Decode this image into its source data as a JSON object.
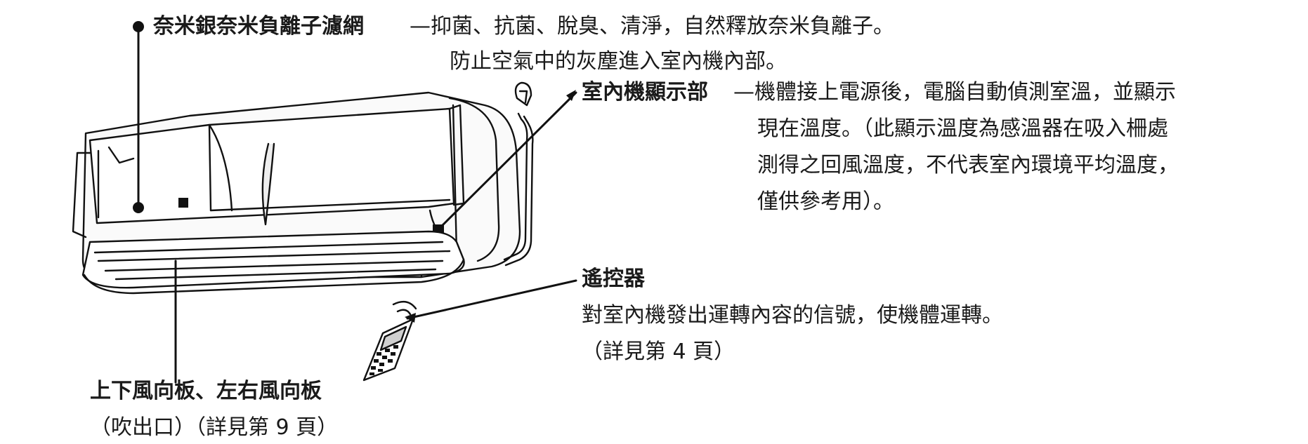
{
  "callouts": {
    "filter": {
      "title": "奈米銀奈米負離子濾網",
      "desc_line1": "—抑菌、抗菌、脫臭、清淨，自然釋放奈米負離子。",
      "desc_line2": "防止空氣中的灰塵進入室內機內部。"
    },
    "display": {
      "title": "室內機顯示部",
      "desc_line1": "—機體接上電源後，電腦自動偵測室溫，並顯示",
      "desc_line2": "現在溫度。（此顯示溫度為感溫器在吸入柵處",
      "desc_line3": "測得之回風溫度，不代表室內環境平均溫度，",
      "desc_line4": "僅供參考用）。"
    },
    "remote": {
      "title": "遙控器",
      "desc_line1": "對室內機發出運轉內容的信號，使機體運轉。",
      "desc_line2": "（詳見第 4 頁）"
    },
    "louver": {
      "title": "上下風向板、左右風向板",
      "desc_line1": "（吹出口）（詳見第 9 頁）"
    }
  },
  "colors": {
    "ink": "#1a1a1a",
    "line": "#111111",
    "unit_fill": "#ffffff",
    "unit_shade": "#e6e6e6"
  }
}
